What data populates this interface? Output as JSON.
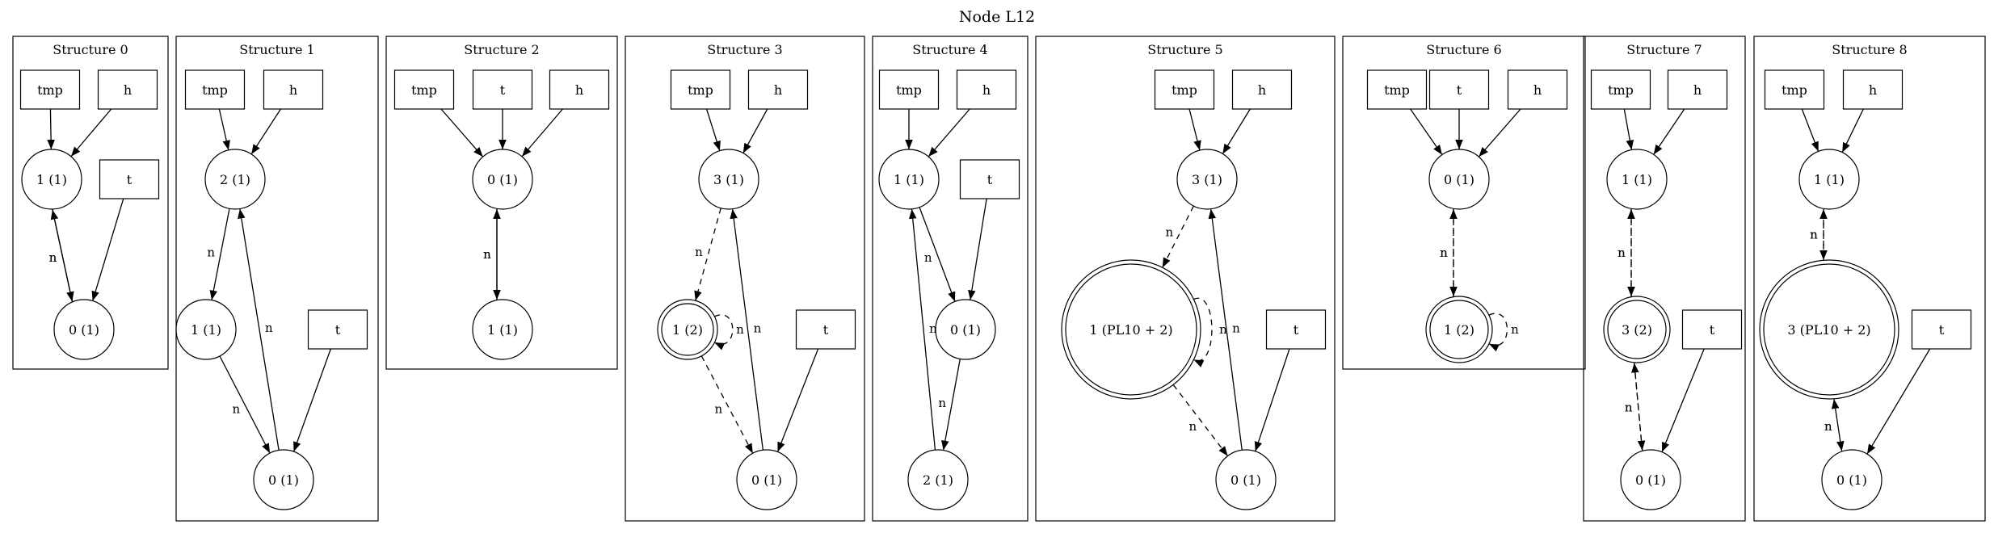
{
  "title": "Node L12",
  "structures": [
    {
      "label": "Structure 0",
      "nodes": [
        {
          "id": "tmp",
          "label": "tmp",
          "shape": "box"
        },
        {
          "id": "h",
          "label": "h",
          "shape": "box"
        },
        {
          "id": "a",
          "label": "1 (1)",
          "shape": "circle"
        },
        {
          "id": "t",
          "label": "t",
          "shape": "box"
        },
        {
          "id": "b",
          "label": "0 (1)",
          "shape": "circle"
        }
      ],
      "edges": [
        {
          "from": "tmp",
          "to": "a",
          "style": "solid",
          "label": ""
        },
        {
          "from": "h",
          "to": "a",
          "style": "solid",
          "label": ""
        },
        {
          "from": "a",
          "to": "b",
          "style": "solid",
          "label": "n"
        },
        {
          "from": "b",
          "to": "a",
          "style": "solid",
          "label": "n"
        },
        {
          "from": "t",
          "to": "b",
          "style": "solid",
          "label": ""
        }
      ]
    },
    {
      "label": "Structure 1",
      "nodes": [
        {
          "id": "tmp",
          "label": "tmp",
          "shape": "box"
        },
        {
          "id": "h",
          "label": "h",
          "shape": "box"
        },
        {
          "id": "a",
          "label": "2 (1)",
          "shape": "circle"
        },
        {
          "id": "b",
          "label": "1 (1)",
          "shape": "circle"
        },
        {
          "id": "t",
          "label": "t",
          "shape": "box"
        },
        {
          "id": "c",
          "label": "0 (1)",
          "shape": "circle"
        }
      ],
      "edges": [
        {
          "from": "tmp",
          "to": "a",
          "style": "solid",
          "label": ""
        },
        {
          "from": "h",
          "to": "a",
          "style": "solid",
          "label": ""
        },
        {
          "from": "a",
          "to": "b",
          "style": "solid",
          "label": "n"
        },
        {
          "from": "b",
          "to": "c",
          "style": "solid",
          "label": "n"
        },
        {
          "from": "c",
          "to": "a",
          "style": "solid",
          "label": "n"
        },
        {
          "from": "t",
          "to": "c",
          "style": "solid",
          "label": ""
        }
      ]
    },
    {
      "label": "Structure 2",
      "nodes": [
        {
          "id": "tmp",
          "label": "tmp",
          "shape": "box"
        },
        {
          "id": "t",
          "label": "t",
          "shape": "box"
        },
        {
          "id": "h",
          "label": "h",
          "shape": "box"
        },
        {
          "id": "a",
          "label": "0 (1)",
          "shape": "circle"
        },
        {
          "id": "b",
          "label": "1 (1)",
          "shape": "circle"
        }
      ],
      "edges": [
        {
          "from": "tmp",
          "to": "a",
          "style": "solid",
          "label": ""
        },
        {
          "from": "t",
          "to": "a",
          "style": "solid",
          "label": ""
        },
        {
          "from": "h",
          "to": "a",
          "style": "solid",
          "label": ""
        },
        {
          "from": "a",
          "to": "b",
          "style": "solid",
          "label": "n"
        },
        {
          "from": "b",
          "to": "a",
          "style": "solid",
          "label": "n"
        }
      ]
    },
    {
      "label": "Structure 3",
      "nodes": [
        {
          "id": "tmp",
          "label": "tmp",
          "shape": "box"
        },
        {
          "id": "h",
          "label": "h",
          "shape": "box"
        },
        {
          "id": "a",
          "label": "3 (1)",
          "shape": "circle"
        },
        {
          "id": "b",
          "label": "1 (2)",
          "shape": "doublecircle"
        },
        {
          "id": "t",
          "label": "t",
          "shape": "box"
        },
        {
          "id": "c",
          "label": "0 (1)",
          "shape": "circle"
        }
      ],
      "edges": [
        {
          "from": "tmp",
          "to": "a",
          "style": "solid",
          "label": ""
        },
        {
          "from": "h",
          "to": "a",
          "style": "solid",
          "label": ""
        },
        {
          "from": "a",
          "to": "b",
          "style": "dashed",
          "label": "n"
        },
        {
          "from": "b",
          "to": "b",
          "style": "dashed",
          "label": "n"
        },
        {
          "from": "b",
          "to": "c",
          "style": "dashed",
          "label": "n"
        },
        {
          "from": "c",
          "to": "a",
          "style": "solid",
          "label": "n"
        },
        {
          "from": "t",
          "to": "c",
          "style": "solid",
          "label": ""
        }
      ]
    },
    {
      "label": "Structure 4",
      "nodes": [
        {
          "id": "tmp",
          "label": "tmp",
          "shape": "box"
        },
        {
          "id": "h",
          "label": "h",
          "shape": "box"
        },
        {
          "id": "a",
          "label": "1 (1)",
          "shape": "circle"
        },
        {
          "id": "t",
          "label": "t",
          "shape": "box"
        },
        {
          "id": "b",
          "label": "0 (1)",
          "shape": "circle"
        },
        {
          "id": "c",
          "label": "2 (1)",
          "shape": "circle"
        }
      ],
      "edges": [
        {
          "from": "tmp",
          "to": "a",
          "style": "solid",
          "label": ""
        },
        {
          "from": "h",
          "to": "a",
          "style": "solid",
          "label": ""
        },
        {
          "from": "a",
          "to": "b",
          "style": "solid",
          "label": "n"
        },
        {
          "from": "t",
          "to": "b",
          "style": "solid",
          "label": ""
        },
        {
          "from": "b",
          "to": "c",
          "style": "solid",
          "label": "n"
        },
        {
          "from": "c",
          "to": "a",
          "style": "solid",
          "label": "n"
        }
      ]
    },
    {
      "label": "Structure 5",
      "nodes": [
        {
          "id": "tmp",
          "label": "tmp",
          "shape": "box"
        },
        {
          "id": "h",
          "label": "h",
          "shape": "box"
        },
        {
          "id": "a",
          "label": "3 (1)",
          "shape": "circle"
        },
        {
          "id": "b",
          "label": "1 (PL10 + 2)",
          "shape": "doublecircle"
        },
        {
          "id": "t",
          "label": "t",
          "shape": "box"
        },
        {
          "id": "c",
          "label": "0 (1)",
          "shape": "circle"
        }
      ],
      "edges": [
        {
          "from": "tmp",
          "to": "a",
          "style": "solid",
          "label": ""
        },
        {
          "from": "h",
          "to": "a",
          "style": "solid",
          "label": ""
        },
        {
          "from": "a",
          "to": "b",
          "style": "dashed",
          "label": "n"
        },
        {
          "from": "b",
          "to": "b",
          "style": "dashed",
          "label": "n"
        },
        {
          "from": "b",
          "to": "c",
          "style": "dashed",
          "label": "n"
        },
        {
          "from": "c",
          "to": "a",
          "style": "solid",
          "label": "n"
        },
        {
          "from": "t",
          "to": "c",
          "style": "solid",
          "label": ""
        }
      ]
    },
    {
      "label": "Structure 6",
      "nodes": [
        {
          "id": "tmp",
          "label": "tmp",
          "shape": "box"
        },
        {
          "id": "t",
          "label": "t",
          "shape": "box"
        },
        {
          "id": "h",
          "label": "h",
          "shape": "box"
        },
        {
          "id": "a",
          "label": "0 (1)",
          "shape": "circle"
        },
        {
          "id": "b",
          "label": "1 (2)",
          "shape": "doublecircle"
        }
      ],
      "edges": [
        {
          "from": "tmp",
          "to": "a",
          "style": "solid",
          "label": ""
        },
        {
          "from": "t",
          "to": "a",
          "style": "solid",
          "label": ""
        },
        {
          "from": "h",
          "to": "a",
          "style": "solid",
          "label": ""
        },
        {
          "from": "a",
          "to": "b",
          "style": "dashed",
          "label": "n"
        },
        {
          "from": "b",
          "to": "a",
          "style": "dashed",
          "label": "n"
        },
        {
          "from": "b",
          "to": "b",
          "style": "dashed",
          "label": "n"
        }
      ]
    },
    {
      "label": "Structure 7",
      "nodes": [
        {
          "id": "tmp",
          "label": "tmp",
          "shape": "box"
        },
        {
          "id": "h",
          "label": "h",
          "shape": "box"
        },
        {
          "id": "a",
          "label": "1 (1)",
          "shape": "circle"
        },
        {
          "id": "b",
          "label": "3 (2)",
          "shape": "doublecircle"
        },
        {
          "id": "t",
          "label": "t",
          "shape": "box"
        },
        {
          "id": "c",
          "label": "0 (1)",
          "shape": "circle"
        }
      ],
      "edges": [
        {
          "from": "tmp",
          "to": "a",
          "style": "solid",
          "label": ""
        },
        {
          "from": "h",
          "to": "a",
          "style": "solid",
          "label": ""
        },
        {
          "from": "a",
          "to": "b",
          "style": "dashed",
          "label": "n"
        },
        {
          "from": "b",
          "to": "a",
          "style": "dashed",
          "label": "n"
        },
        {
          "from": "b",
          "to": "c",
          "style": "dashed",
          "label": "n"
        },
        {
          "from": "c",
          "to": "b",
          "style": "dashed",
          "label": "n"
        },
        {
          "from": "t",
          "to": "c",
          "style": "solid",
          "label": ""
        }
      ]
    },
    {
      "label": "Structure 8",
      "nodes": [
        {
          "id": "tmp",
          "label": "tmp",
          "shape": "box"
        },
        {
          "id": "h",
          "label": "h",
          "shape": "box"
        },
        {
          "id": "a",
          "label": "1 (1)",
          "shape": "circle"
        },
        {
          "id": "b",
          "label": "3 (PL10 + 2)",
          "shape": "doublecircle"
        },
        {
          "id": "t",
          "label": "t",
          "shape": "box"
        },
        {
          "id": "c",
          "label": "0 (1)",
          "shape": "circle"
        }
      ],
      "edges": [
        {
          "from": "tmp",
          "to": "a",
          "style": "solid",
          "label": ""
        },
        {
          "from": "h",
          "to": "a",
          "style": "solid",
          "label": ""
        },
        {
          "from": "a",
          "to": "b",
          "style": "dashed",
          "label": "n"
        },
        {
          "from": "b",
          "to": "a",
          "style": "dashed",
          "label": "n"
        },
        {
          "from": "b",
          "to": "c",
          "style": "dashed",
          "label": "n"
        },
        {
          "from": "c",
          "to": "b",
          "style": "dashed",
          "label": "n"
        },
        {
          "from": "t",
          "to": "c",
          "style": "solid",
          "label": ""
        }
      ]
    }
  ]
}
